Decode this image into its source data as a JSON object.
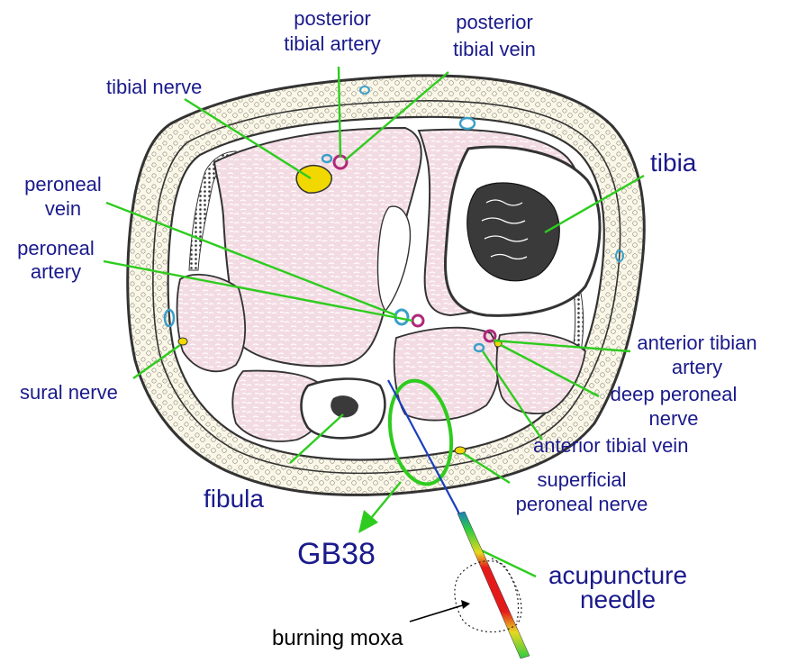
{
  "diagram": {
    "labels": {
      "posterior_tibial_artery": [
        "posterior",
        "tibial artery"
      ],
      "posterior_tibial_vein": [
        "posterior",
        "tibial vein"
      ],
      "tibial_nerve": "tibial nerve",
      "tibia": "tibia",
      "peroneal_vein": [
        "peroneal",
        "vein"
      ],
      "peroneal_artery": [
        "peroneal",
        "artery"
      ],
      "sural_nerve": "sural nerve",
      "anterior_tibian_artery": [
        "anterior tibian",
        "artery"
      ],
      "deep_peroneal_nerve": [
        "deep peroneal",
        "nerve"
      ],
      "anterior_tibial_vein": "anterior tibial vein",
      "superficial_peroneal_nerve": [
        "superficial",
        "peroneal nerve"
      ],
      "fibula": "fibula",
      "gb38": "GB38",
      "acupuncture_needle": [
        "acupuncture",
        "needle"
      ],
      "burning_moxa": "burning moxa"
    },
    "colors": {
      "label_text": "#1a1a8c",
      "pointer": "#2ecc1e",
      "muscle_fill": "#f3dbe3",
      "skin_band": "#faf6e6",
      "nerve": "#f0d800",
      "artery": "#b0287a",
      "vein": "#3aa0c8",
      "needle_shaft": "#1a3fbf",
      "moxa_red": "#e41b1b"
    },
    "icons": [
      "needle-icon",
      "moxa-cone-icon"
    ]
  }
}
